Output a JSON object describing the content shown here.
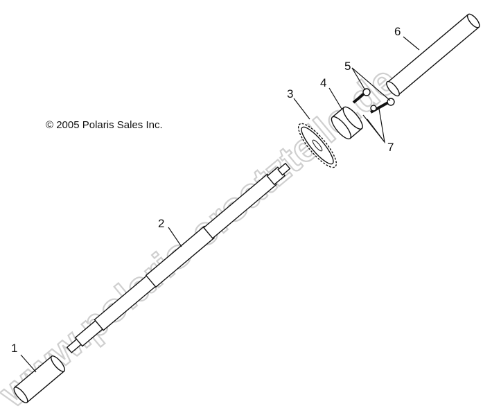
{
  "copyright": "© 2005 Polaris Sales Inc.",
  "watermark": "www.polaris-ersatzteile.de",
  "callouts": [
    "1",
    "2",
    "3",
    "4",
    "5",
    "6",
    "7"
  ]
}
